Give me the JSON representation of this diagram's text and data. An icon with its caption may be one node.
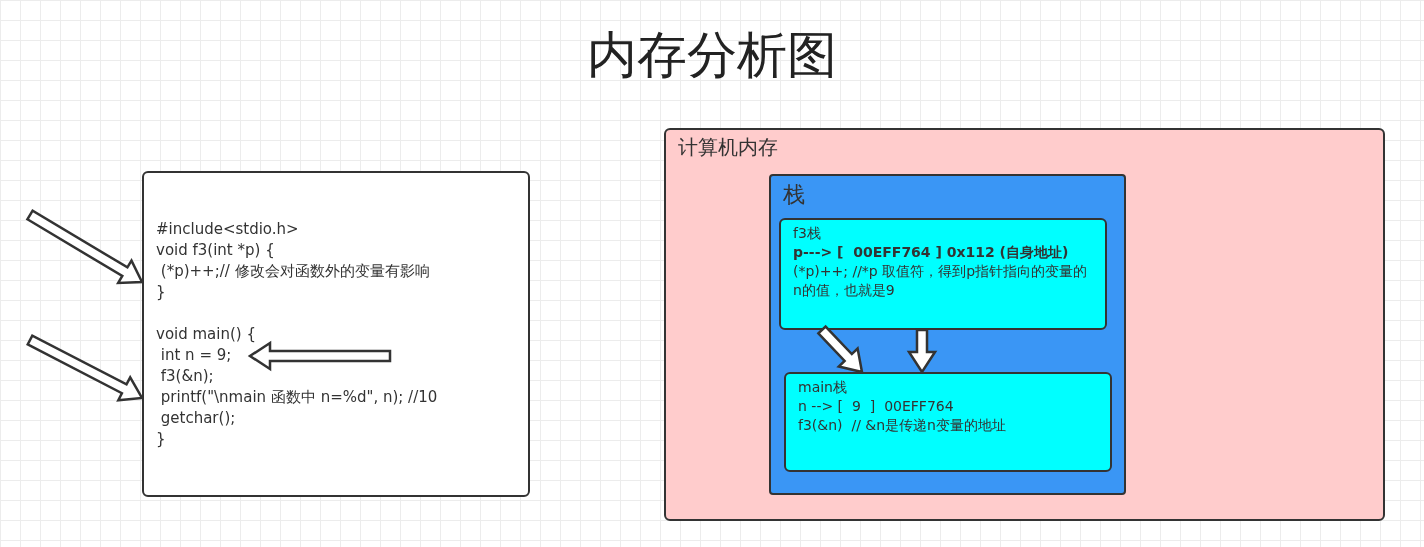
{
  "diagram": {
    "title": "内存分析图",
    "nodes": [
      {
        "text": [
          "#include<stdio.h>",
          "void f3(int *p) {",
          " (*p)++;// 修改会对函数外的变量有影响",
          "}",
          "void main() {",
          " int n = 9;",
          " f3(&n);",
          " printf(\"\\nmain 函数中 n=%d\", n); //10",
          " getchar();",
          "}"
        ]
      },
      {
        "text": [
          "计算机内存"
        ]
      },
      {
        "text": [
          "栈"
        ],
        "in": 1
      },
      {
        "text": [
          "f3栈",
          "p---> [  00EFF764 ] 0x112 (自身地址)",
          "(*p)++; //*p 取值符，得到p指针指向的变量的n的值，也就是9"
        ],
        "in": 2
      },
      {
        "text": [
          "main栈",
          "n --> [  9  ]  00EFF764",
          "f3(&n)  // &n是传递n变量的地址"
        ],
        "in": 2
      }
    ],
    "edges": [
      {
        "from": null,
        "to": 0,
        "arrow": "to"
      },
      {
        "from": null,
        "to": 0,
        "arrow": "to"
      },
      {
        "from": null,
        "to": 0,
        "arrow": "to"
      },
      {
        "from": 3,
        "to": 4,
        "arrow": "to"
      },
      {
        "from": 3,
        "to": 4,
        "arrow": "to"
      }
    ]
  }
}
